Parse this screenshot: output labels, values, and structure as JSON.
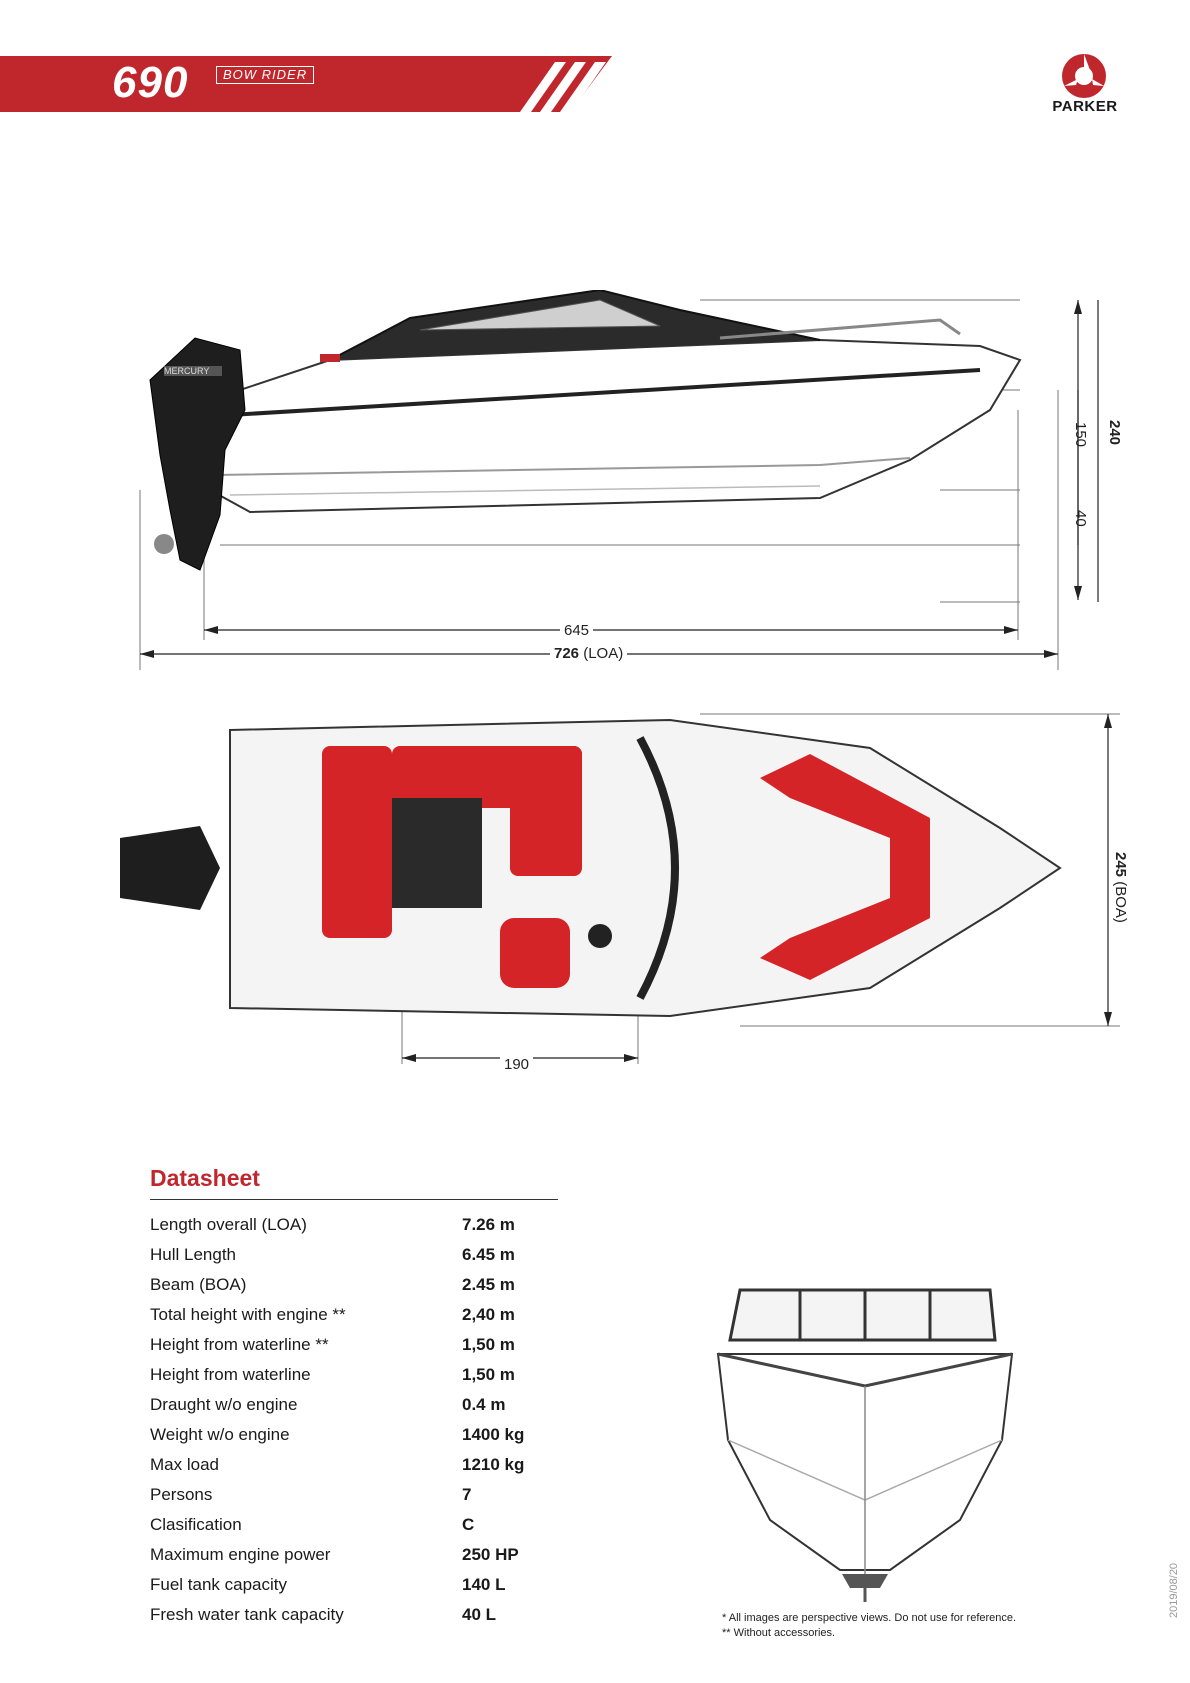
{
  "header": {
    "model": "690",
    "subtitle": "BOW RIDER",
    "brand": "PARKER",
    "accent_color": "#c0272d"
  },
  "dimensions": {
    "hull_length": "645",
    "loa_value": "726",
    "loa_suffix": "(LOA)",
    "total_height": "240",
    "height_above_waterline": "150",
    "draught": "40",
    "beam_value": "245",
    "beam_suffix": "(BOA)",
    "cockpit_length": "190"
  },
  "datasheet": {
    "title": "Datasheet",
    "rows": [
      {
        "label": "Length overall (LOA)",
        "value": "7.26 m"
      },
      {
        "label": "Hull Length",
        "value": "6.45 m"
      },
      {
        "label": "Beam (BOA)",
        "value": "2.45 m"
      },
      {
        "label": "Total height with engine **",
        "value": "2,40 m"
      },
      {
        "label": "Height from waterline **",
        "value": "1,50 m"
      },
      {
        "label": "Height from waterline",
        "value": "1,50 m"
      },
      {
        "label": "Draught w/o engine",
        "value": "0.4 m"
      },
      {
        "label": "Weight w/o engine",
        "value": "1400 kg"
      },
      {
        "label": "Max load",
        "value": "1210 kg"
      },
      {
        "label": "Persons",
        "value": "7"
      },
      {
        "label": "Clasification",
        "value": "C"
      },
      {
        "label": "Maximum engine power",
        "value": "250 HP"
      },
      {
        "label": "Fuel tank capacity",
        "value": "140 L"
      },
      {
        "label": "Fresh water tank capacity",
        "value": "40 L"
      }
    ]
  },
  "notes": {
    "note1": "*  All images are perspective views. Do not use for reference.",
    "note2": "** Without accessories."
  },
  "engine_brand": "MERCURY",
  "date": "2019/08/20"
}
